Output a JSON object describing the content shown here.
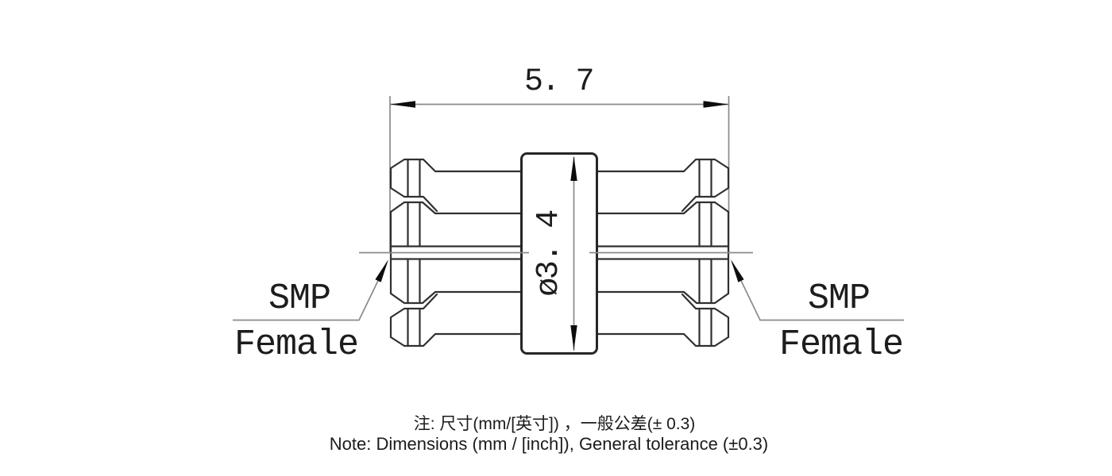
{
  "drawing": {
    "type": "engineering-dimension-drawing",
    "part": "RF adapter, SMP female to SMP female",
    "dimensions": {
      "overall_length": {
        "label": "5. 7",
        "value_mm": 5.7
      },
      "body_diameter": {
        "label": "ø3. 4",
        "value_mm": 3.4
      }
    },
    "connectors": {
      "left": {
        "type_label": "SMP",
        "gender_label": "Female"
      },
      "right": {
        "type_label": "SMP",
        "gender_label": "Female"
      }
    },
    "notes": {
      "line1_cn": "注: 尺寸(mm/[英寸]) ，一般公差(± 0.3)",
      "line2_en": "Note: Dimensions (mm / [inch]), General tolerance (±0.3)"
    },
    "colors": {
      "background": "#ffffff",
      "part_outline": "#303030",
      "thin_line": "#8a8a8a",
      "arrowhead": "#0d0d0d",
      "text": "#1d1d1d"
    }
  }
}
